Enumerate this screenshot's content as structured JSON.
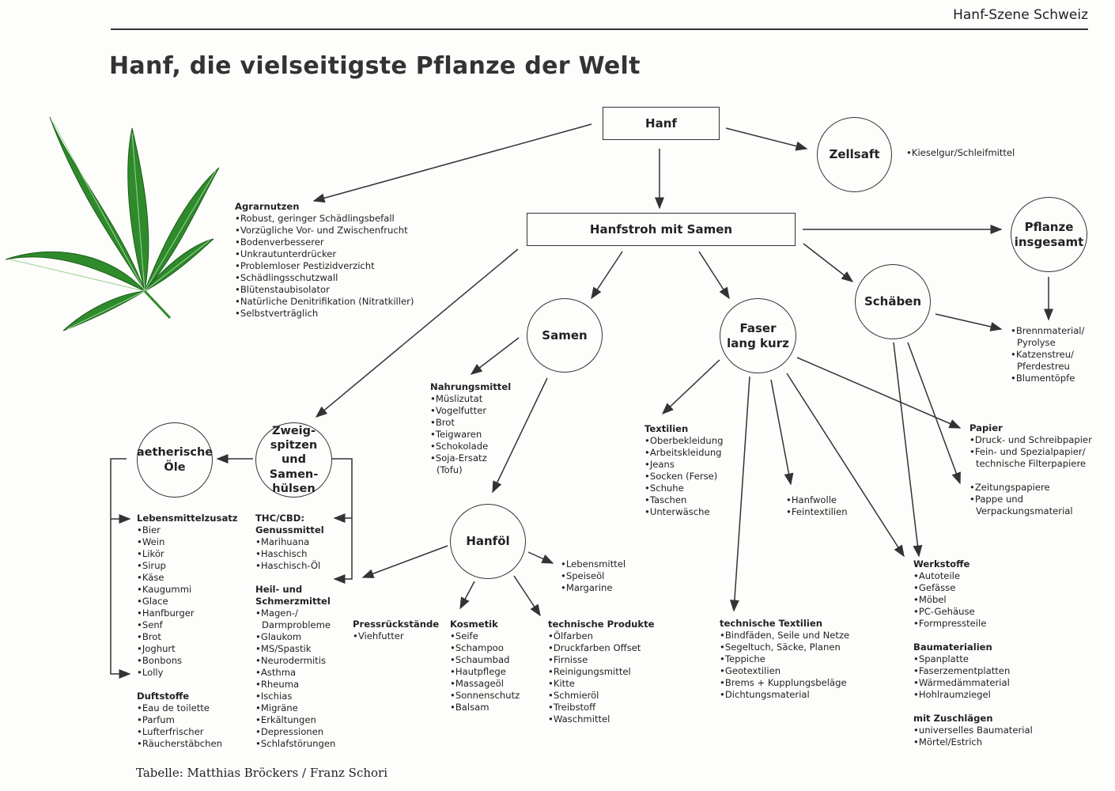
{
  "header": {
    "text": "Hanf-Szene Schweiz"
  },
  "title": "Hanf, die vielseitigste Pflanze der Welt",
  "credit": "Tabelle: Matthias Bröckers / Franz Schori",
  "colors": {
    "leaf": "#2e8a2a",
    "line": "#333333"
  },
  "nodes": {
    "hanf": "Hanf",
    "zellsaft": "Zellsaft",
    "hanfstroh": "Hanfstroh mit Samen",
    "pflanze": "Pflanze\ninsgesamt",
    "samen": "Samen",
    "faser": "Faser\nlang kurz",
    "schaeben": "Schäben",
    "zweig": "Zweig-\nspitzen und\nSamen-\nhülsen",
    "oele": "aetherische\nÖle",
    "hanfoel": "Hanföl"
  },
  "blocks": {
    "zellsaft_list": {
      "items": [
        "Kieselgur/Schleifmittel"
      ]
    },
    "agrarnutzen": {
      "heading": "Agrarnutzen",
      "items": [
        "Robust, geringer Schädlingsbefall",
        "Vorzügliche Vor- und Zwischenfrucht",
        "Bodenverbesserer",
        "Unkrautunterdrücker",
        "Problemloser Pestizidverzicht",
        "Schädlingsschutzwall",
        "Blütenstaubisolator",
        "Natürliche Denitrifikation (Nitratkiller)",
        "Selbstverträglich"
      ]
    },
    "pflanze_list": {
      "items": [
        "Brennmaterial/",
        "Pyrolyse",
        "Katzenstreu/",
        "Pferdestreu",
        "Blumentöpfe"
      ]
    },
    "nahrung": {
      "heading": "Nahrungsmittel",
      "items": [
        "Müslizutat",
        "Vogelfutter",
        "Brot",
        "Teigwaren",
        "Schokolade",
        "Soja-Ersatz",
        "(Tofu)"
      ]
    },
    "textilien": {
      "heading": "Textilien",
      "items": [
        "Oberbekleidung",
        "Arbeitskleidung",
        "Jeans",
        "Socken (Ferse)",
        "Schuhe",
        "Taschen",
        "Unterwäsche"
      ]
    },
    "hanfwolle": {
      "items": [
        "Hanfwolle",
        "Feintextilien"
      ]
    },
    "papier": {
      "heading": "Papier",
      "items": [
        "Druck- und Schreibpapier",
        "Fein- und Spezialpapier/",
        "technische Filterpapiere",
        "Zeitungspapiere",
        "Pappe und",
        "Verpackungsmaterial"
      ]
    },
    "lebensmittelzusatz": {
      "heading": "Lebensmittelzusatz",
      "items": [
        "Bier",
        "Wein",
        "Likör",
        "Sirup",
        "Käse",
        "Kaugummi",
        "Glace",
        "Hanfburger",
        "Senf",
        "Brot",
        "Joghurt",
        "Bonbons",
        "Lolly"
      ]
    },
    "duftstoffe": {
      "heading": "Duftstoffe",
      "items": [
        "Eau de toilette",
        "Parfum",
        "Lufterfrischer",
        "Räucherstäbchen"
      ]
    },
    "thc": {
      "heading": "THC/CBD:\nGenussmittel",
      "items": [
        "Marihuana",
        "Haschisch",
        "Haschisch-Öl"
      ]
    },
    "heil": {
      "heading": "Heil- und\nSchmerzmittel",
      "items": [
        "Magen-/",
        "Darmprobleme",
        "Glaukom",
        "MS/Spastik",
        "Neurodermitis",
        "Asthma",
        "Rheuma",
        "Ischias",
        "Migräne",
        "Erkältungen",
        "Depressionen",
        "Schlafstörungen"
      ]
    },
    "lebensmittel_oel": {
      "items": [
        "Lebensmittel",
        "Speiseöl",
        "Margarine"
      ]
    },
    "press": {
      "heading": "Pressrückstände",
      "items": [
        "Viehfutter"
      ]
    },
    "kosmetik": {
      "heading": "Kosmetik",
      "items": [
        "Seife",
        "Schampoo",
        "Schaumbad",
        "Hautpflege",
        "Massageöl",
        "Sonnenschutz",
        "Balsam"
      ]
    },
    "techprod": {
      "heading": "technische Produkte",
      "items": [
        "Ölfarben",
        "Druckfarben Offset",
        "Firnisse",
        "Reinigungsmittel",
        "Kitte",
        "Schmieröl",
        "Treibstoff",
        "Waschmittel"
      ]
    },
    "techtex": {
      "heading": "technische Textilien",
      "items": [
        "Bindfäden, Seile und Netze",
        "Segeltuch, Säcke, Planen",
        "Teppiche",
        "Geotextilien",
        "Brems + Kupplungsbeläge",
        "Dichtungsmaterial"
      ]
    },
    "werkstoffe": {
      "heading": "Werkstoffe",
      "items": [
        "Autoteile",
        "Gefässe",
        "Möbel",
        "PC-Gehäuse",
        "Formpressteile"
      ]
    },
    "baumat": {
      "heading": "Baumaterialien",
      "items": [
        "Spanplatte",
        "Faserzementplatten",
        "Wärmedämmaterial",
        "Hohlraumziegel"
      ]
    },
    "zuschlaegen": {
      "heading": "mit Zuschlägen",
      "items": [
        "universelles Baumaterial",
        "Mörtel/Estrich"
      ]
    }
  }
}
